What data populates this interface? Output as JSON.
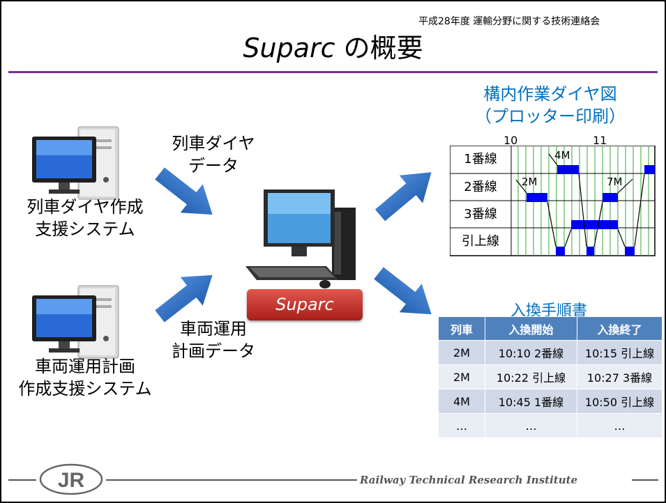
{
  "header": {
    "conference": "平成28年度 運輸分野に関する技術連絡会",
    "title_italic": "Suparc",
    "title_rest": " の概要"
  },
  "left": {
    "system1": [
      "列車ダイヤ作成",
      "支援システム"
    ],
    "system2": [
      "車両運用計画",
      "作成支援システム"
    ],
    "data1": [
      "列車ダイヤ",
      "データ"
    ],
    "data2": [
      "車両運用",
      "計画データ"
    ]
  },
  "center": {
    "label": "Suparc"
  },
  "diagram": {
    "title": [
      "構内作業ダイヤ図",
      "（プロッター印刷）"
    ],
    "time_labels": [
      "10",
      "11"
    ],
    "tracks": [
      "1番線",
      "2番線",
      "3番線",
      "引上線"
    ],
    "trains": [
      "4M",
      "2M",
      "7M"
    ]
  },
  "procedure": {
    "title": "入換手順書",
    "headers": [
      "列車",
      "入換開始",
      "入換終了"
    ],
    "rows": [
      [
        "2M",
        "10:10 2番線",
        "10:15 引上線"
      ],
      [
        "2M",
        "10:22 引上線",
        "10:27 3番線"
      ],
      [
        "4M",
        "10:45 1番線",
        "10:50 引上線"
      ],
      [
        "…",
        "…",
        "…"
      ]
    ]
  },
  "footer": {
    "logo": "JR",
    "institute": "Railway Technical Research Institute"
  },
  "colors": {
    "accent": "#7030a0",
    "blue": "#0070c0",
    "arrow": "#2f6fbf",
    "header": "#4f81bd",
    "suparc": "#c0302a"
  }
}
